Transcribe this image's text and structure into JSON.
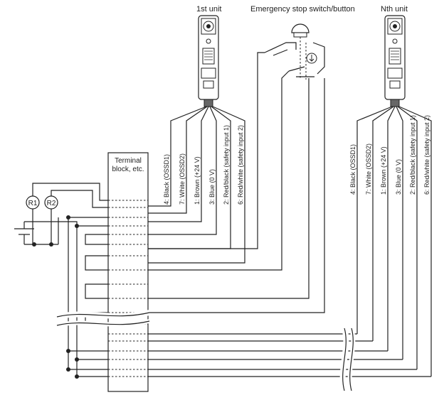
{
  "labels": {
    "unit_first": "1st unit",
    "unit_nth": "Nth unit",
    "estop": "Emergency stop switch/button",
    "terminal_line1": "Terminal",
    "terminal_line2": "block, etc.",
    "relay1": "R1",
    "relay2": "R2"
  },
  "wires": [
    "4: Black (OSSD1)",
    "7: White (OSSD2)",
    "1: Brown (+24 V)",
    "3: Blue (0 V)",
    "2: Red/black (safety input 1)",
    "6: Red/white (safety input 2)"
  ],
  "colors": {
    "line": "#222222",
    "background": "#ffffff"
  }
}
